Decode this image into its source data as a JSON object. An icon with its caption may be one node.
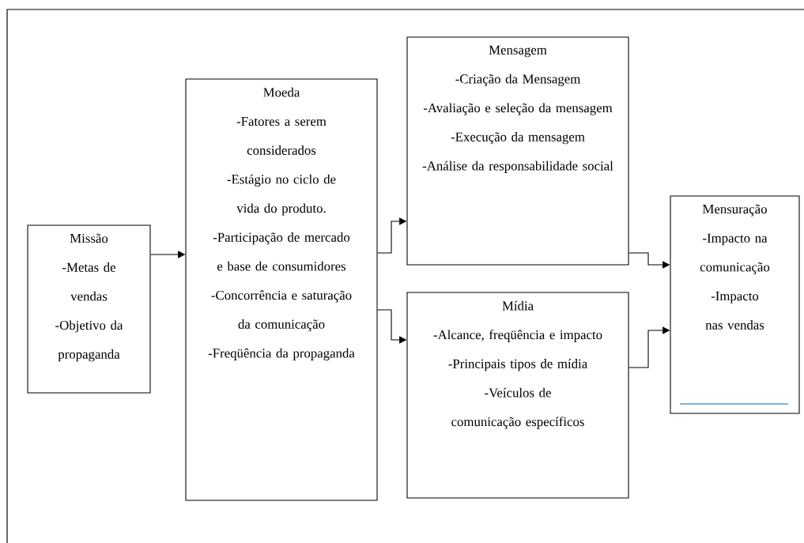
{
  "diagram": {
    "nodes": [
      {
        "text": [
          "Missão",
          "-Metas de vendas",
          "-Objetivo da propaganda"
        ]
      },
      {
        "text": [
          "Moeda",
          "-Fatores a serem considerados",
          "-Estágio no ciclo de vida do produto.",
          "-Participação de mercado e base de consumidores",
          "-Concorrência e saturação da comunicação",
          "-Freqüência da propaganda"
        ]
      },
      {
        "text": [
          "Mensagem",
          "-Criação da Mensagem",
          "-Avaliação e seleção da mensagem",
          "-Execução da mensagem",
          "-Análise da responsabilidade social"
        ]
      },
      {
        "text": [
          "Mídia",
          "-Alcance, freqüência e impacto",
          "-Principais tipos de mídia",
          "-Veículos de comunicação específicos"
        ]
      },
      {
        "text": [
          "Mensuração",
          "-Impacto na comunicação",
          "-Impacto nas vendas"
        ]
      }
    ],
    "edges": [
      {
        "from": 0,
        "to": 1,
        "arrow": "to"
      },
      {
        "from": 1,
        "to": 2,
        "arrow": "to"
      },
      {
        "from": 1,
        "to": 3,
        "arrow": "to"
      },
      {
        "from": 2,
        "to": 4,
        "arrow": "to"
      },
      {
        "from": 3,
        "to": 4,
        "arrow": "to"
      }
    ]
  }
}
